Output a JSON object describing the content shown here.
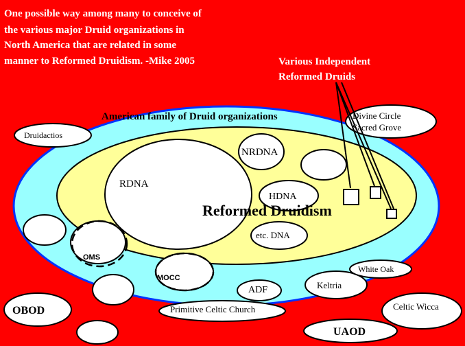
{
  "colors": {
    "background": "#ff0000",
    "outer_family": "#99ffff",
    "outer_border": "#0033ff",
    "reformed": "#ffff99",
    "node_fill": "#ffffff",
    "caption_text": "#ffffff",
    "label_text": "#000000"
  },
  "caption": {
    "line1": "One possible way among many to conceive of",
    "line2": "the various major Druid organizations in",
    "line3": "North America that are related in some",
    "line4": "manner to Reformed Druidism. -Mike 2005"
  },
  "independent": {
    "line1": "Various Independent",
    "line2": "Reformed Druids"
  },
  "family_label": "American family of Druid organizations",
  "reformed_label": "Reformed Druidism",
  "nodes": {
    "rdna": "RDNA",
    "nrdna": "NRDNA",
    "hdna": "HDNA",
    "etc_dna": "etc. DNA",
    "druidactios": "Druidactios",
    "divine_circle_1": "Divine Circle",
    "divine_circle_2": "Sacred Grove",
    "oms": "OMS",
    "mocc": "MOCC",
    "adf": "ADF",
    "keltria": "Keltria",
    "white_oak": "White Oak",
    "obod": "OBOD",
    "primitive_celtic_church": "Primitive Celtic Church",
    "celtic_wicca": "Celtic Wicca",
    "uaod": "UAOD"
  }
}
